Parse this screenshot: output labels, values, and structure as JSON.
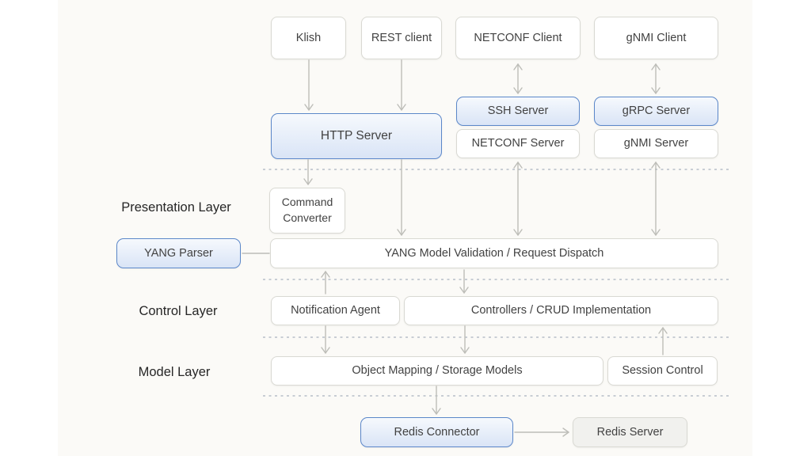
{
  "diagram": {
    "layer_labels": [
      "Presentation Layer",
      "Control Layer",
      "Model Layer"
    ],
    "nodes": {
      "klish": {
        "label": "Klish"
      },
      "rest_client": {
        "label": "REST client"
      },
      "netconf_client": {
        "label": "NETCONF Client"
      },
      "gnmi_client": {
        "label": "gNMI Client"
      },
      "http_server": {
        "label": "HTTP Server"
      },
      "ssh_server": {
        "label": "SSH Server"
      },
      "netconf_server": {
        "label": "NETCONF Server"
      },
      "grpc_server": {
        "label": "gRPC Server"
      },
      "gnmi_server": {
        "label": "gNMI Server"
      },
      "command_converter": {
        "label": "Command Converter"
      },
      "yang_parser": {
        "label": "YANG Parser"
      },
      "yang_validation": {
        "label": "YANG Model Validation / Request Dispatch"
      },
      "notification_agent": {
        "label": "Notification Agent"
      },
      "controllers": {
        "label": "Controllers / CRUD Implementation"
      },
      "object_mapping": {
        "label": "Object Mapping / Storage Models"
      },
      "session_control": {
        "label": "Session Control"
      },
      "redis_connector": {
        "label": "Redis Connector"
      },
      "redis_server": {
        "label": "Redis Server"
      }
    },
    "colors": {
      "accent_border": "#5b87c9",
      "accent_fill_top": "#f6f9fd",
      "accent_fill_bottom": "#d9e4f6",
      "box_border": "#d9d9d3",
      "box_bg": "#ffffff",
      "gray_box_bg": "#f1f1ee",
      "line": "#bdbdb8",
      "dash": "#a9b2bf",
      "text": "#424242",
      "label_text": "#262626",
      "canvas_bg": "#fbfaf7",
      "page_bg": "#ffffff"
    }
  }
}
